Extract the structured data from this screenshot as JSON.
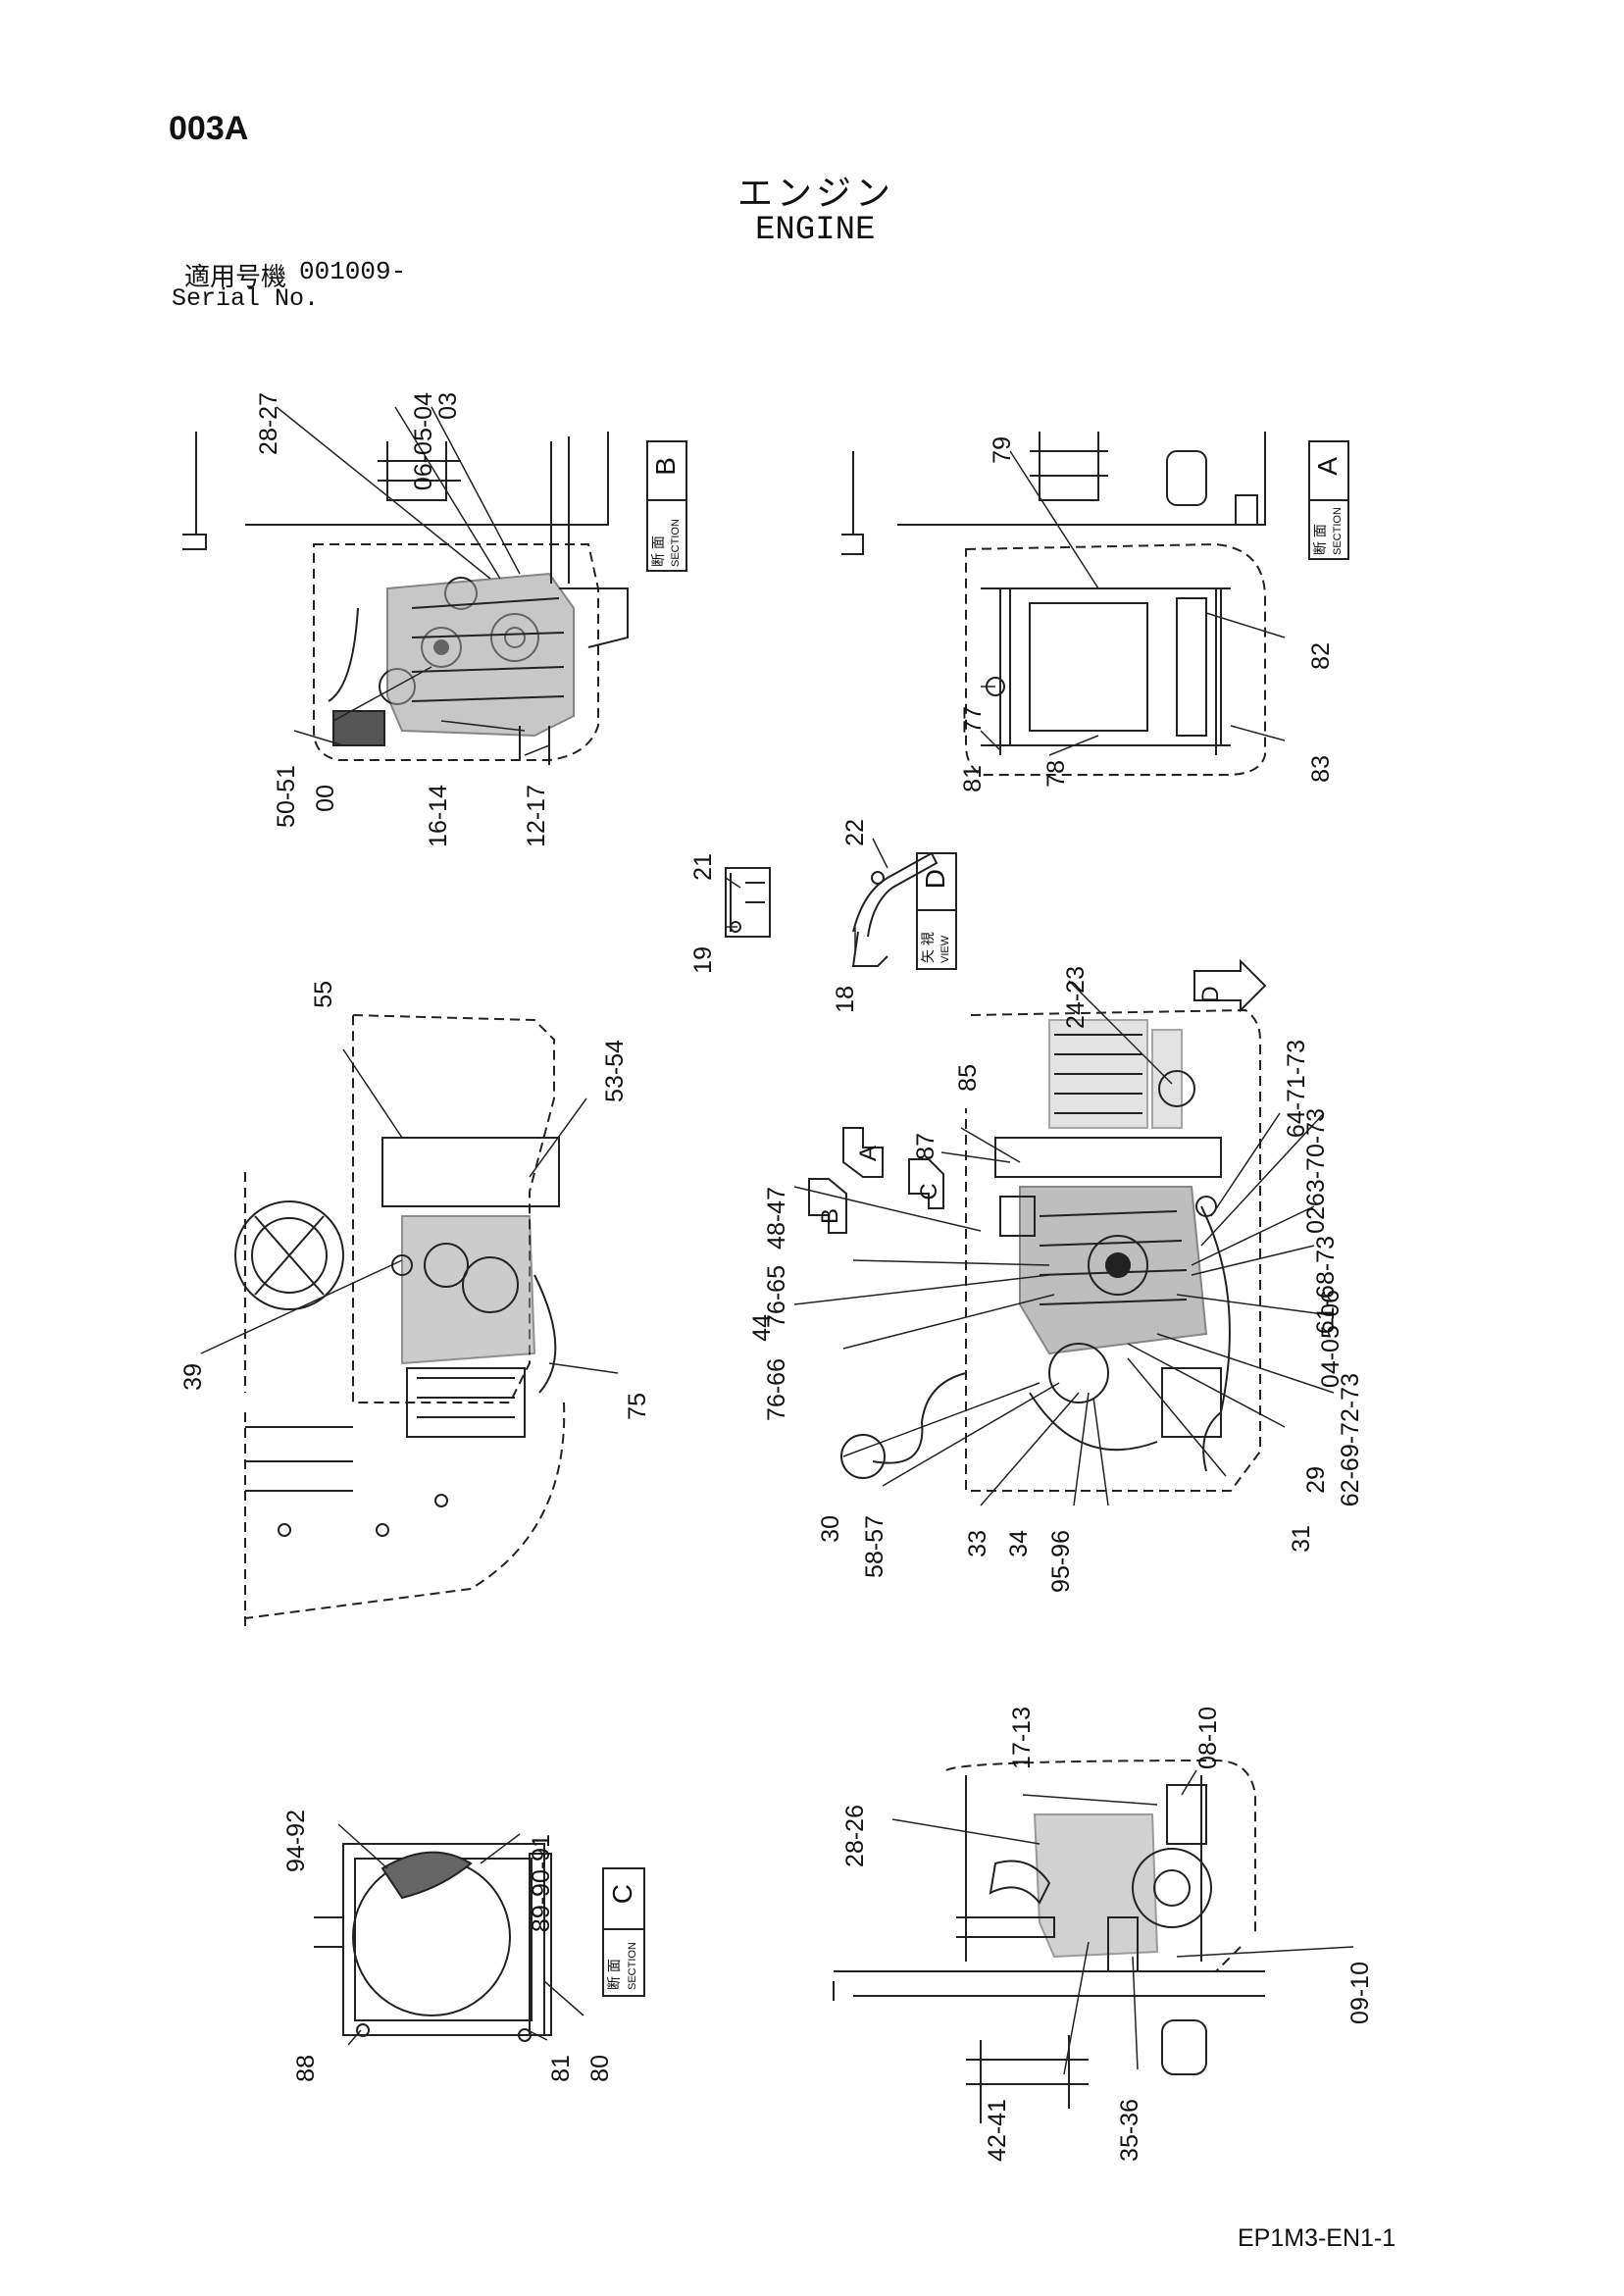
{
  "header": {
    "page_code": "003A",
    "title_jp": "エンジン",
    "title_en": "ENGINE",
    "serial_label_jp": "適用号機",
    "serial_value": "001009-",
    "serial_label_en": "Serial No."
  },
  "footer": {
    "doc_code": "EP1M3-EN1-1"
  },
  "section_tags": {
    "A": {
      "letter": "A",
      "kanji": "断 面",
      "sub": "SECTION"
    },
    "B": {
      "letter": "B",
      "kanji": "断 面",
      "sub": "SECTION"
    },
    "C": {
      "letter": "C",
      "kanji": "断 面",
      "sub": "SECTION"
    },
    "D": {
      "letter": "D",
      "kanji": "矢 視",
      "sub": "VIEW"
    }
  },
  "view_arrows": [
    "A",
    "B",
    "C",
    "D"
  ],
  "callouts": {
    "sectionB": [
      "28-27",
      "06-05-04",
      "03",
      "50-51",
      "00",
      "16-14",
      "12-17"
    ],
    "sectionA": [
      "79",
      "82",
      "77",
      "81",
      "78",
      "83"
    ],
    "viewD": [
      "21",
      "19",
      "22",
      "18"
    ],
    "left_top": [
      "55",
      "53-54",
      "39",
      "75"
    ],
    "center": [
      "24-23",
      "85",
      "87",
      "64-71-73",
      "63-70-73",
      "48-47",
      "02",
      "76-65",
      "61-68-73",
      "44",
      "04-05-06",
      "76-66",
      "62-69-72-73",
      "29",
      "30",
      "58-57",
      "33",
      "34",
      "95-96",
      "31"
    ],
    "sectionC": [
      "94-92",
      "89-90-91",
      "88",
      "81",
      "80"
    ],
    "bottom_right": [
      "17-13",
      "08-10",
      "28-26",
      "09-10",
      "42-41",
      "35-36"
    ]
  }
}
